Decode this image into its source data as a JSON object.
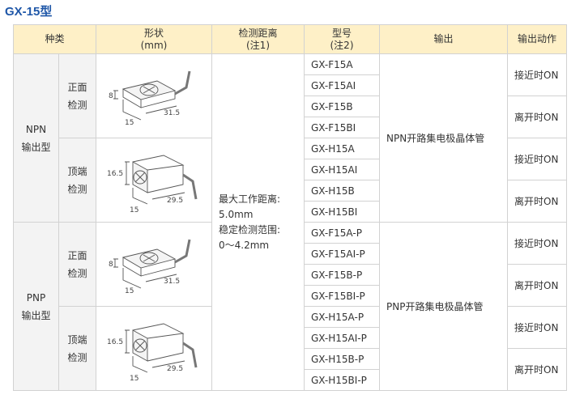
{
  "title": "GX-15型",
  "headers": {
    "type": "种类",
    "shape_l1": "形状",
    "shape_l2": "(mm)",
    "range_l1": "检测距离",
    "range_l2": "(注1)",
    "model_l1": "型号",
    "model_l2": "(注2)",
    "output": "输出",
    "action": "输出动作"
  },
  "npn": {
    "label_l1": "NPN",
    "label_l2": "输出型",
    "output": "NPN开路集电极晶体管"
  },
  "pnp": {
    "label_l1": "PNP",
    "label_l2": "输出型",
    "output": "PNP开路集电极晶体管"
  },
  "sub": {
    "front_l1": "正面",
    "front_l2": "检测",
    "top_l1": "顶端",
    "top_l2": "检测"
  },
  "range": {
    "l1": "最大工作距离:",
    "l2": "5.0mm",
    "l3": "稳定检测范围:",
    "l4": "0～4.2mm"
  },
  "dims": {
    "front": {
      "h": "8",
      "w": "15",
      "l": "31.5"
    },
    "top": {
      "h": "16.5",
      "w": "15",
      "l": "29.5"
    }
  },
  "models": [
    "GX-F15A",
    "GX-F15AI",
    "GX-F15B",
    "GX-F15BI",
    "GX-H15A",
    "GX-H15AI",
    "GX-H15B",
    "GX-H15BI",
    "GX-F15A-P",
    "GX-F15AI-P",
    "GX-F15B-P",
    "GX-F15BI-P",
    "GX-H15A-P",
    "GX-H15AI-P",
    "GX-H15B-P",
    "GX-H15BI-P"
  ],
  "actions": [
    "接近时ON",
    "离开时ON",
    "接近时ON",
    "离开时ON",
    "接近时ON",
    "离开时ON",
    "接近时ON",
    "离开时ON"
  ]
}
